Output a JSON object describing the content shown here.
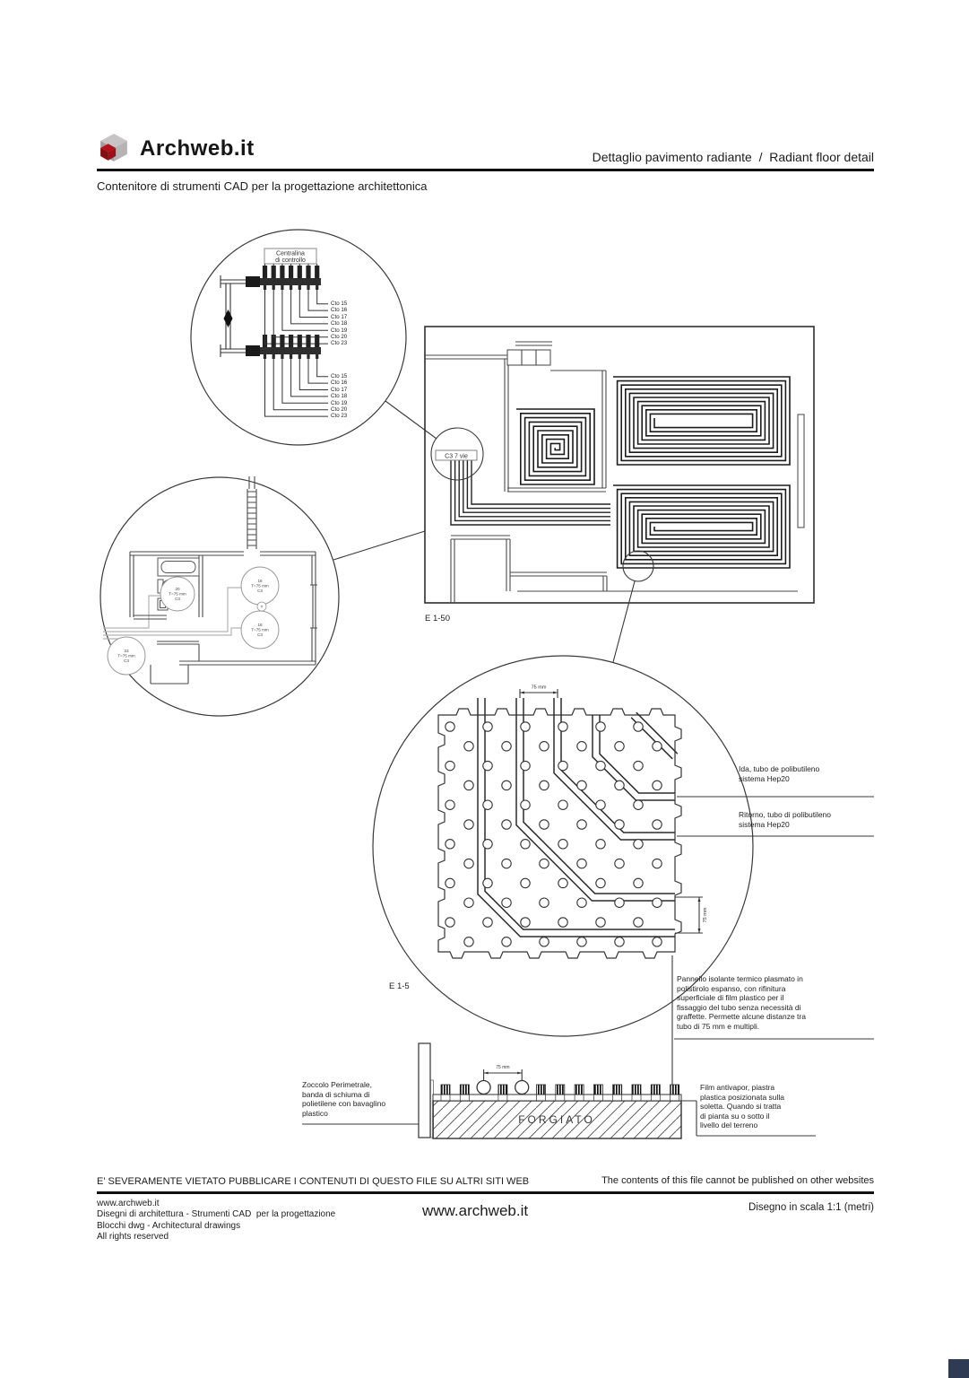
{
  "header": {
    "logo": "Archweb.it",
    "title": "Dettaglio pavimento radiante  /  Radiant floor detail",
    "subtitle": "Contenitore di strumenti CAD per la progettazione architettonica"
  },
  "manifold_detail": {
    "control_box_line1": "Centralina",
    "control_box_line2": "di controllo",
    "circuits": [
      "Cto 15",
      "Cto 16",
      "Cto 17",
      "Cto 18",
      "Cto 19",
      "Cto 20",
      "Cto 23"
    ]
  },
  "plan": {
    "scale_label": "E 1-50",
    "manifold_tag": "C3 7 vie"
  },
  "room_detail": {
    "tags": [
      [
        "16",
        "T=75 mm",
        "C3"
      ],
      [
        "20",
        "T=75 mm",
        "C3"
      ],
      [
        "18",
        "T=75 mm",
        "C3"
      ],
      [
        "23",
        "T=75 mm",
        "C3"
      ]
    ],
    "thermostat": "T"
  },
  "panel_detail": {
    "scale_label": "E 1-5",
    "dim_top": "75 mm",
    "dim_right": "75 mm"
  },
  "annotations": {
    "ida": "Ida, tubo de polibutileno\nsistema Hep20",
    "ritorno": "Ritorno, tubo di polibutileno\nsistema Hep20",
    "pannello": "Pannello isolante termico plasmato in\npolistirolo espanso, con rifinitura\nsuperficiale di film plastico per il\nfissaggio del tubo senza necessità di\ngraffette. Permette alcune distanze tra\ntubo di 75 mm e multipli.",
    "zoccolo": "Zoccolo Perimetrale,\nbanda di schiuma di\npolietilene con bavaglino\nplastico",
    "film": "Film antivapor, piastra\nplastica posizionata sulla\nsoletta. Quando si tratta\ndi pianta su o sotto il\nlivello del terreno"
  },
  "section": {
    "slab_label": "FORGIATO",
    "dim": "75 mm"
  },
  "footer": {
    "disclaimer_it": "E' SEVERAMENTE VIETATO PUBBLICARE I CONTENUTI DI QUESTO FILE SU ALTRI SITI WEB",
    "disclaimer_en": "The contents of this file cannot be published on other websites",
    "site": "www.archweb.it",
    "line2": "Disegni di architettura - Strumenti CAD  per la progettazione",
    "line3": "Blocchi dwg - Architectural drawings",
    "line4": "All rights reserved",
    "site_big": "www.archweb.it",
    "scale_note": "Disegno in scala 1:1 (metri)"
  },
  "colors": {
    "line": "#2b2b2b",
    "brand_red": "#b3121a",
    "gray": "#b5b3b3"
  }
}
